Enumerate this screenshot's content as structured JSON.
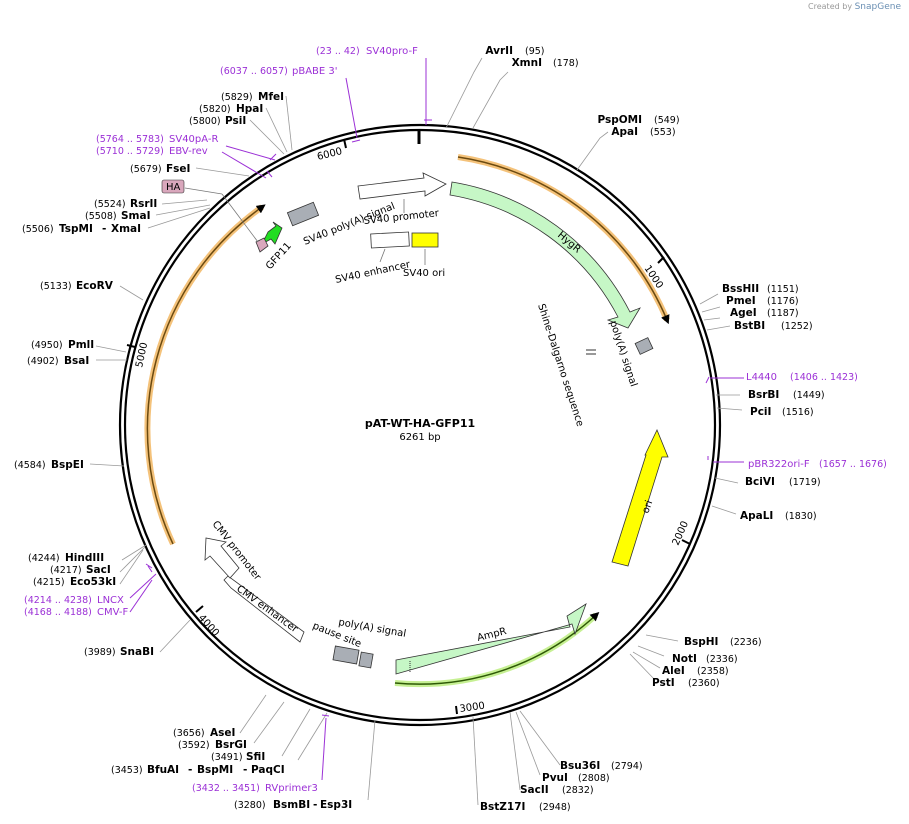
{
  "credit": {
    "prefix": "Created by",
    "brand": "SnapGene"
  },
  "plasmid": {
    "name": "pAT-WT-HA-GFP11",
    "length_label": "6261 bp"
  },
  "ticks": [
    "1000",
    "2000",
    "3000",
    "4000",
    "5000",
    "6000"
  ],
  "sites": [
    {
      "name": "AvrII",
      "pos": "(95)"
    },
    {
      "name": "XmnI",
      "pos": "(178)"
    },
    {
      "name": "PspOMI",
      "pos": "(549)"
    },
    {
      "name": "ApaI",
      "pos": "(553)"
    },
    {
      "name": "BssHII",
      "pos": "(1151)"
    },
    {
      "name": "PmeI",
      "pos": "(1176)"
    },
    {
      "name": "AgeI",
      "pos": "(1187)"
    },
    {
      "name": "BstBI",
      "pos": "(1252)"
    },
    {
      "name": "BsrBI",
      "pos": "(1449)"
    },
    {
      "name": "PciI",
      "pos": "(1516)"
    },
    {
      "name": "BciVI",
      "pos": "(1719)"
    },
    {
      "name": "ApaLI",
      "pos": "(1830)"
    },
    {
      "name": "BspHI",
      "pos": "(2236)"
    },
    {
      "name": "NotI",
      "pos": "(2336)"
    },
    {
      "name": "AleI",
      "pos": "(2358)"
    },
    {
      "name": "PstI",
      "pos": "(2360)"
    },
    {
      "name": "Bsu36I",
      "pos": "(2794)"
    },
    {
      "name": "PvuI",
      "pos": "(2808)"
    },
    {
      "name": "SacII",
      "pos": "(2832)"
    },
    {
      "name": "BstZ17I",
      "pos": "(2948)"
    },
    {
      "name": "BsmBI",
      "pos": "(3280)",
      "name2": "Esp3I"
    },
    {
      "name": "BfuAI",
      "pos": "(3453)",
      "name2": "BspMI",
      "name3": "PaqCI"
    },
    {
      "name": "SfiI",
      "pos": "(3491)"
    },
    {
      "name": "BsrGI",
      "pos": "(3592)"
    },
    {
      "name": "AseI",
      "pos": "(3656)"
    },
    {
      "name": "SnaBI",
      "pos": "(3989)"
    },
    {
      "name": "Eco53kI",
      "pos": "(4215)"
    },
    {
      "name": "SacI",
      "pos": "(4217)"
    },
    {
      "name": "HindIII",
      "pos": "(4244)"
    },
    {
      "name": "BspEI",
      "pos": "(4584)"
    },
    {
      "name": "BsaI",
      "pos": "(4902)"
    },
    {
      "name": "PmlI",
      "pos": "(4950)"
    },
    {
      "name": "EcoRV",
      "pos": "(5133)"
    },
    {
      "name": "TspMI",
      "pos": "(5506)",
      "name2": "XmaI"
    },
    {
      "name": "SmaI",
      "pos": "(5508)"
    },
    {
      "name": "RsrII",
      "pos": "(5524)"
    },
    {
      "name": "FseI",
      "pos": "(5679)"
    },
    {
      "name": "PsiI",
      "pos": "(5800)"
    },
    {
      "name": "HpaI",
      "pos": "(5820)"
    },
    {
      "name": "MfeI",
      "pos": "(5829)"
    }
  ],
  "primers": [
    {
      "name": "SV40pro-F",
      "range": "(23 .. 42)"
    },
    {
      "name": "pBABE 3'",
      "range": "(6037 .. 6057)"
    },
    {
      "name": "SV40pA-R",
      "range": "(5764 .. 5783)"
    },
    {
      "name": "EBV-rev",
      "range": "(5710 .. 5729)"
    },
    {
      "name": "L4440",
      "range": "(1406 .. 1423)"
    },
    {
      "name": "pBR322ori-F",
      "range": "(1657 .. 1676)"
    },
    {
      "name": "LNCX",
      "range": "(4214 .. 4238)"
    },
    {
      "name": "CMV-F",
      "range": "(4168 .. 4188)"
    },
    {
      "name": "RVprimer3",
      "range": "(3432 .. 3451)"
    }
  ],
  "features": {
    "HygR": "HygR",
    "polyA_right": "poly(A) signal",
    "shine": "Shine-Dalgarno sequence",
    "ori": "ori",
    "AmpR": "AmpR",
    "polyA_bottom": "poly(A) signal",
    "pause": "pause site",
    "cmv_enh": "CMV enhancer",
    "cmv_prom": "CMV promoter",
    "sv40_polyA": "SV40 poly(A) signal",
    "sv40_prom": "SV40 promoter",
    "sv40_enh": "SV40 enhancer",
    "sv40_ori": "SV40 ori",
    "gfp11": "GFP11",
    "ha": "HA"
  },
  "colors": {
    "primer": "#9b30d6",
    "hygr": "#c6f7c6",
    "ori": "#ffff00",
    "gfp": "#22dd22",
    "ha": "#d9a7bc",
    "orf": "#f4c27a",
    "terminator": "#a9aeb5"
  }
}
